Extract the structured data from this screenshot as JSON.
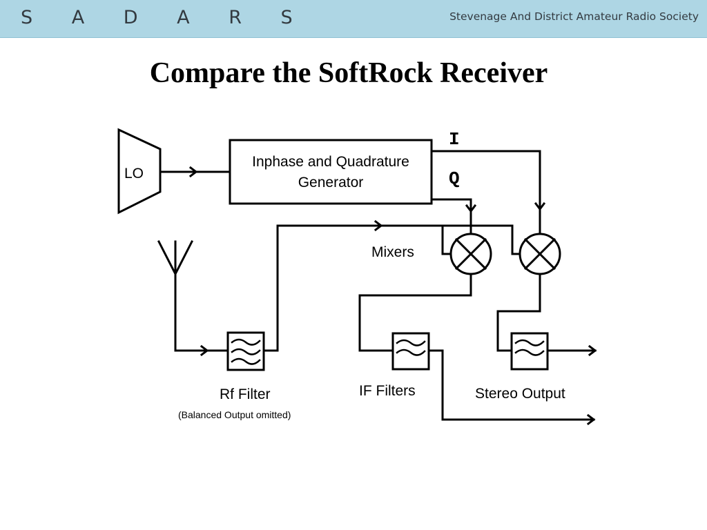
{
  "header": {
    "logo": "S A D A R S",
    "society": "Stevenage And District Amateur Radio Society"
  },
  "title": "Compare the SoftRock Receiver",
  "diagram": {
    "lo_label": "LO",
    "iq_generator_line1": "Inphase  and  Quadrature",
    "iq_generator_line2": "Generator",
    "i_label": "I",
    "q_label": "Q",
    "mixers_label": "Mixers",
    "rf_filter_label": "Rf Filter",
    "rf_filter_note": "(Balanced Output omitted)",
    "if_filters_label": "IF Filters",
    "stereo_output_label": "Stereo  Output"
  }
}
